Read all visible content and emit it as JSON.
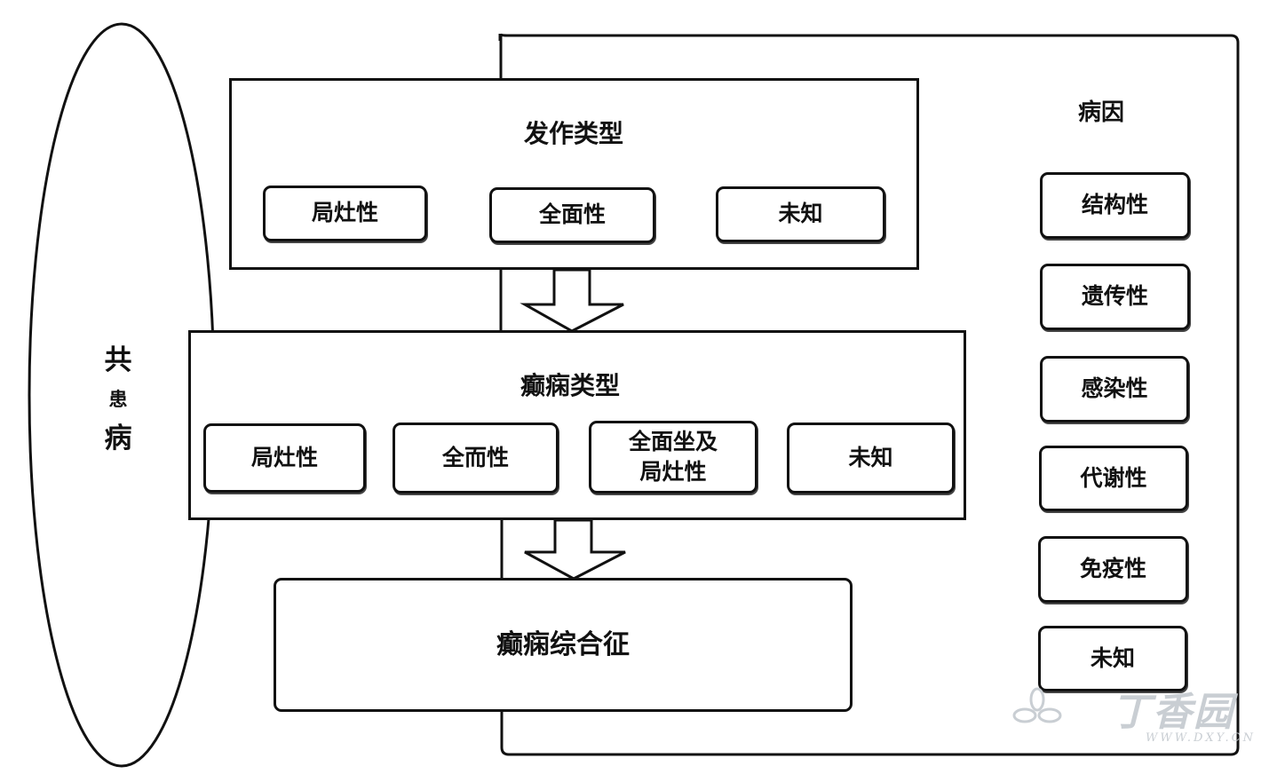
{
  "comorbidity": {
    "label_1": "共",
    "label_2": "患",
    "label_3": "病"
  },
  "seizure_types": {
    "title": "发作类型",
    "items": [
      "局灶性",
      "全面性",
      "未知"
    ]
  },
  "epilepsy_types": {
    "title": "癫痫类型",
    "items": [
      "局灶性",
      "全而性",
      "全面坐及\n局灶性",
      "未知"
    ]
  },
  "epilepsy_syndrome": {
    "title": "癫痫综合征"
  },
  "etiology": {
    "title": "病因",
    "items": [
      "结构性",
      "遗传性",
      "感染性",
      "代谢性",
      "免疫性",
      "未知"
    ]
  },
  "watermark": {
    "text": "丁香园",
    "url_text": "WWW.DXY.CN"
  }
}
